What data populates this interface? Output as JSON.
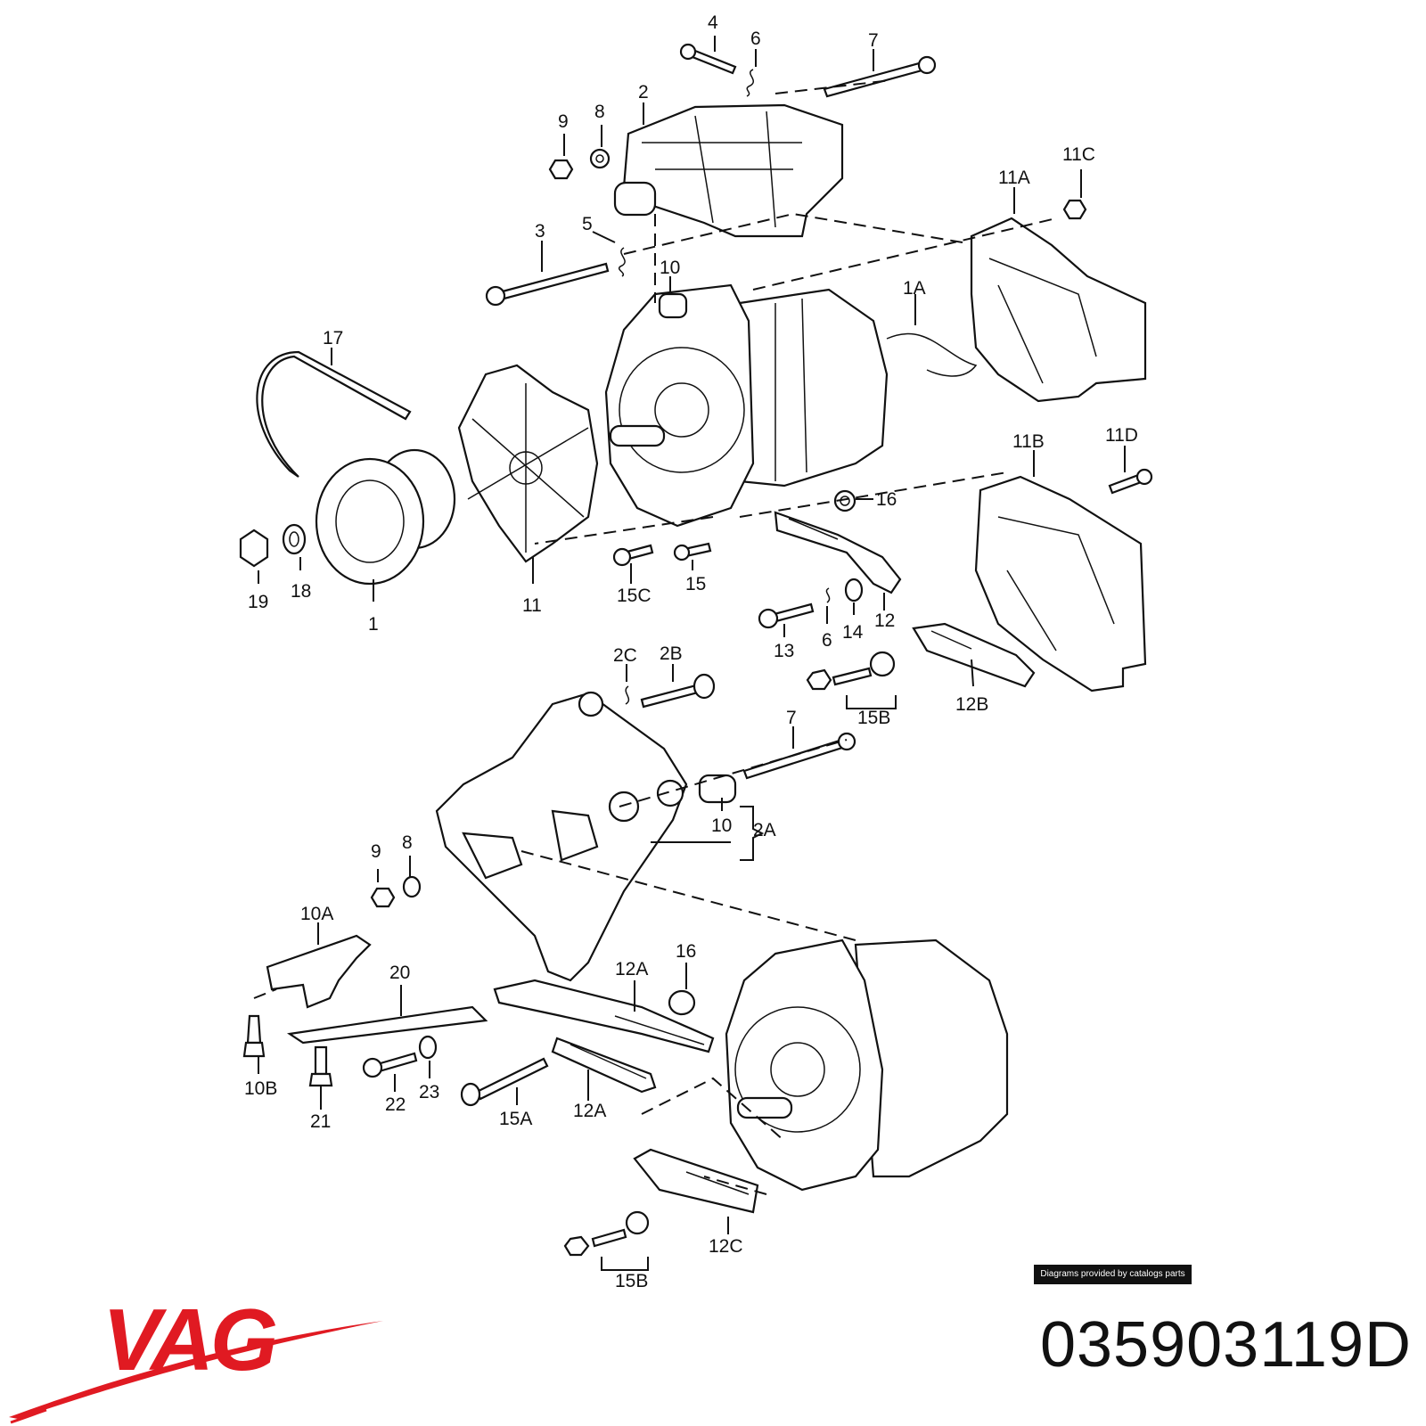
{
  "labels": {
    "l1": "1",
    "l1a": "1A",
    "l2": "2",
    "l2a": "2A",
    "l2b": "2B",
    "l2c": "2C",
    "l3": "3",
    "l4": "4",
    "l5": "5",
    "l6a": "6",
    "l6b": "6",
    "l7a": "7",
    "l7b": "7",
    "l8a": "8",
    "l8b": "8",
    "l9a": "9",
    "l9b": "9",
    "l10a": "10",
    "l10b": "10",
    "l10A": "10A",
    "l10B": "10B",
    "l11": "11",
    "l11A": "11A",
    "l11B": "11B",
    "l11C": "11C",
    "l11D": "11D",
    "l12": "12",
    "l12A1": "12A",
    "l12A2": "12A",
    "l12B": "12B",
    "l12C": "12C",
    "l13": "13",
    "l14": "14",
    "l15": "15",
    "l15A": "15A",
    "l15B1": "15B",
    "l15B2": "15B",
    "l15C": "15C",
    "l16a": "16",
    "l16b": "16",
    "l17": "17",
    "l18": "18",
    "l19": "19",
    "l20": "20",
    "l21": "21",
    "l22": "22",
    "l23": "23"
  },
  "credit": "Diagrams provided by catalogs parts",
  "brand": {
    "name": "VAG",
    "color": "#e01a22"
  },
  "part_number": "035903119D"
}
